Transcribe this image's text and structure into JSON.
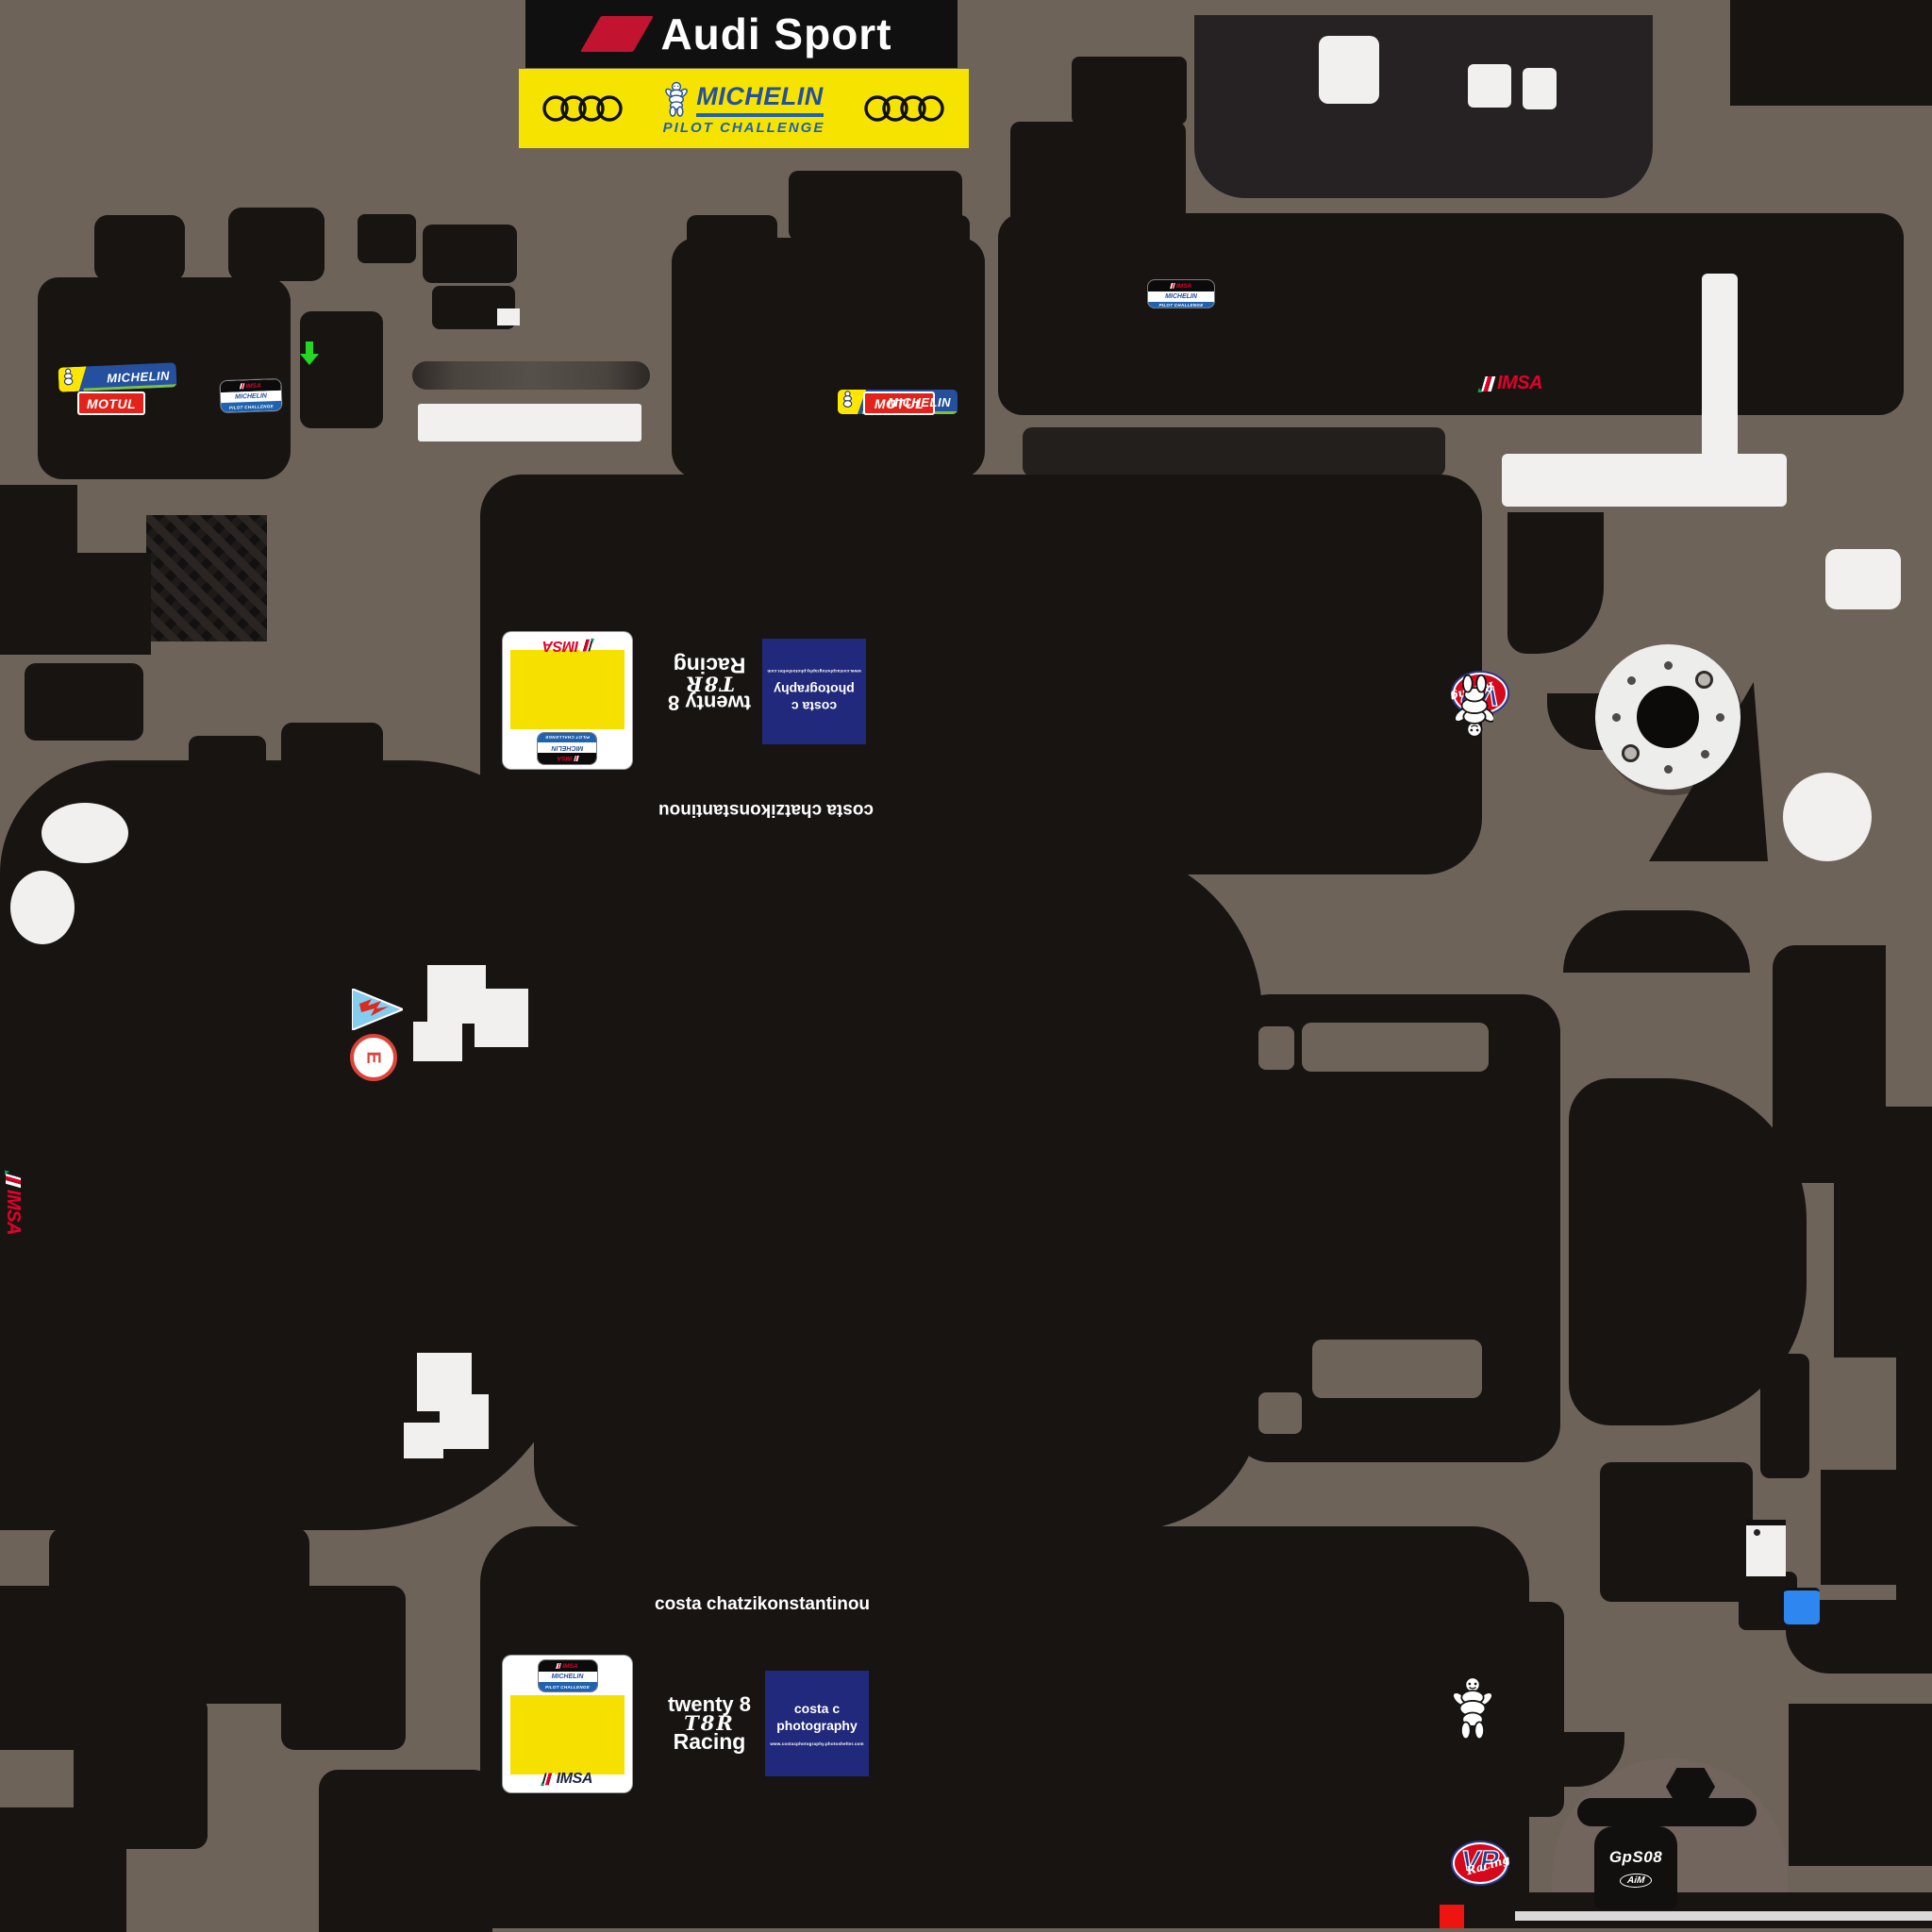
{
  "colors": {
    "background": "#6e6359",
    "shape_black": "#171412",
    "banner_yellow": "#f6e400",
    "card_yellow": "#f6e000",
    "michelin_blue": "#24509e",
    "pilot_blue": "#1e62b0",
    "michelin_green": "#7ac143",
    "motul_red": "#e2231a",
    "imsa_red": "#e4002b",
    "audi_red": "#c21431",
    "costa_navy": "#20297b",
    "vp_red": "#d6081c",
    "vp_blue": "#2b3990",
    "pennant_cyan": "#85ccee",
    "small_rect_blue": "#2e86f0",
    "small_square_red": "#ee1510",
    "arrow_green": "#25d625"
  },
  "banner": {
    "audi_sport": "Audi Sport",
    "michelin": "MICHELIN",
    "pilot_challenge": "PILOT CHALLENGE"
  },
  "logos": {
    "michelin": "MICHELIN",
    "motul": "MOTUL",
    "imsa": "IMSA",
    "pilot_challenge": "PILOT CHALLENGE",
    "vp": "VP",
    "vp_racing": "Racing",
    "aim": "AiM"
  },
  "texts": {
    "driver": "costa chatzikonstantinou",
    "team_line1": "twenty 8",
    "team_line2": "T8R",
    "team_line3": "Racing",
    "photo_line1": "costa c",
    "photo_line2": "photography",
    "photo_url": "www.costacphotography.photoshelter.com",
    "gps": "GpS08",
    "red_badge_glyph": "E"
  }
}
